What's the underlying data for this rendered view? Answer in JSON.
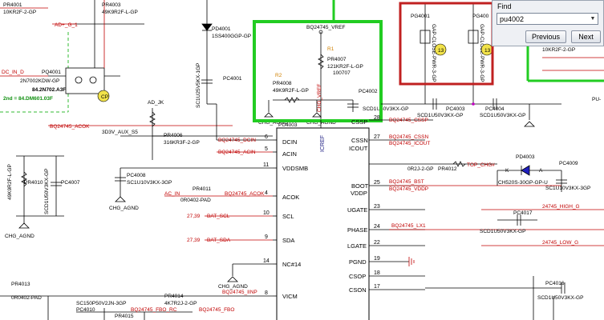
{
  "find_panel": {
    "title": "Find",
    "query": "pu4002",
    "previous_label": "Previous",
    "next_label": "Next"
  },
  "colors": {
    "wire_red": "#c00000",
    "highlight_green": "#22cc22",
    "highlight_red": "#c02020",
    "text_blue": "#1a1a80",
    "label_orange": "#d08000"
  },
  "schematic": {
    "left": {
      "pr4001": "PR4001",
      "pr4001_val": "10KR2F-2-GP",
      "pr4003": "PR4003",
      "pr4003_val": "49K9R2F-L-GP",
      "ad_g_1": "AD+_G_1",
      "dc_in_d": "DC_IN_D",
      "pq4001": "PQ4001",
      "pq4001_val": "2N7002KDW-GP",
      "pq4001_bom": "84.2N702.A3F",
      "pq4001_2nd": "2nd = 84.DM601.03F",
      "bq_acok": "BQ24745_ACOK",
      "net_3v3": "3D3V_AUX_S5",
      "ad_jk": "AD_JK",
      "pr4006": "PR4006",
      "pr4006_val": "316KR3F-2-GP",
      "pr4010": "PR4010",
      "pr4010_val": "49K9R2F-L-GP",
      "pc4007": "PC4007",
      "pc4007_val": "SCD1U50V3KX-GP",
      "chg_agnd": "CHG_AGND",
      "pr4013": "PR4013",
      "pr4013_val": "0R0402-PAD",
      "bq_dcin": "BQ24745_DCIN",
      "bq_acin": "BQ24745_ACIN",
      "pc4008": "PC4008",
      "pc4008_val": "SC1U10V3KX-3GP",
      "pr4011": "PR4011",
      "ac_in": "AC_IN",
      "pr4011_val": "0R0402-PAD",
      "acok_net": "BQ24745_ACOK",
      "bat_scl": "BAT_SCL",
      "bat_sda": "BAT_SDA",
      "ref_2739_a": "27,39",
      "ref_2739_b": "27,39",
      "bq_iinp": "BQ24745_IINP",
      "sc150p": "SC150P50V2JN-3GP",
      "pc4010": "PC4010",
      "pr4015": "PR4015",
      "pr4014": "PR4014",
      "pr4014_val": "4K7R2J-2-GP",
      "bq_fbo_rc": "BQ24745_FBO_RC",
      "bq_fbo": "BQ24745_FBO",
      "pd4001": "PD4001",
      "pd4001_val": "1SS400GGP-GP",
      "pc4001": "PC4001",
      "sc1u25v": "SC1U25V5KX-1GP"
    },
    "center": {
      "bq_vref": "BQ24745_VREF",
      "r1": "R1",
      "r2": "R2",
      "pr4007": "PR4007",
      "pr4007_val": "121KR2F-L-GP",
      "part_100707": "100707",
      "pr4008": "PR4008",
      "pr4008_val": "49K9R2F-L-GP",
      "chg_vref": "CHG_VREF",
      "pc4002": "PC4002",
      "pc4002_val": "SCD1U50V3KX-GP",
      "chg_agnd": "CHG_AGND",
      "pu4003": "PU4003",
      "iciref": "ICREF"
    },
    "ic_pins_left": [
      {
        "num": "6",
        "name": "DCIN"
      },
      {
        "num": "5",
        "name": "ACIN"
      },
      {
        "num": "11",
        "name": "VDDSMB"
      },
      {
        "num": "4",
        "name": "ACOK"
      },
      {
        "num": "10",
        "name": "SCL"
      },
      {
        "num": "9",
        "name": "SDA"
      },
      {
        "num": "14",
        "name": "NC#14"
      },
      {
        "num": "8",
        "name": "VICM"
      }
    ],
    "ic_pins_right": [
      {
        "num": "28",
        "name": "CSSP"
      },
      {
        "num": "27",
        "name": "CSSN"
      },
      {
        "num": "",
        "name": "ICOUT"
      },
      {
        "num": "25",
        "name": "BOOT"
      },
      {
        "num": "",
        "name": "VDDP"
      },
      {
        "num": "23",
        "name": "UGATE"
      },
      {
        "num": "24",
        "name": "PHASE"
      },
      {
        "num": "22",
        "name": "LGATE"
      },
      {
        "num": "19",
        "name": "PGND"
      },
      {
        "num": "18",
        "name": "CSOP"
      },
      {
        "num": "17",
        "name": "CSON"
      }
    ],
    "right": {
      "pg4001": "PG4001",
      "gap_close_1": "GAP-CLOSE-PWR-3-GP",
      "pg4002": "PG400",
      "gap_close_2": "GAP-CLOSE-PWR-3-GP",
      "pr_10k": "10KR2F-2-GP",
      "bq_cssp": "BQ24745_CSSP",
      "pc4003": "PC4003",
      "pc4003_val": "SCD1U50V3KX-GP",
      "pc4004": "PC4004",
      "pc4004_val": "SCD1U50V3KX-GP",
      "bq_cssn": "BQ24745_CSSN",
      "bq_icout": "BQ24745_ICOUT",
      "r_0r2j": "0R2J-2-GP",
      "pr4012": "PR4012",
      "top_chg": "TOP_CHG#",
      "bq_bst": "BQ24745_BST",
      "bq_vddp": "BQ24745_VDDP",
      "pd4003": "PD4003",
      "pd_k": "K",
      "pd_a": "A",
      "ch520s": "CH520S-30GP-GP-U",
      "pc4009": "PC4009",
      "pc4009_val": "SC1U10V3KX-3GP",
      "high_g": "24745_HIGH_G",
      "pc4017": "PC4017",
      "pc4017_val": "SCD1U50V3KX-GP",
      "bq_lx1": "BQ24745_LX1",
      "low_g": "24745_LOW_G",
      "pc4016": "PC4016",
      "pc4016_val": "SCD1U50V3KX-GP",
      "pu_right": "PU-"
    }
  }
}
